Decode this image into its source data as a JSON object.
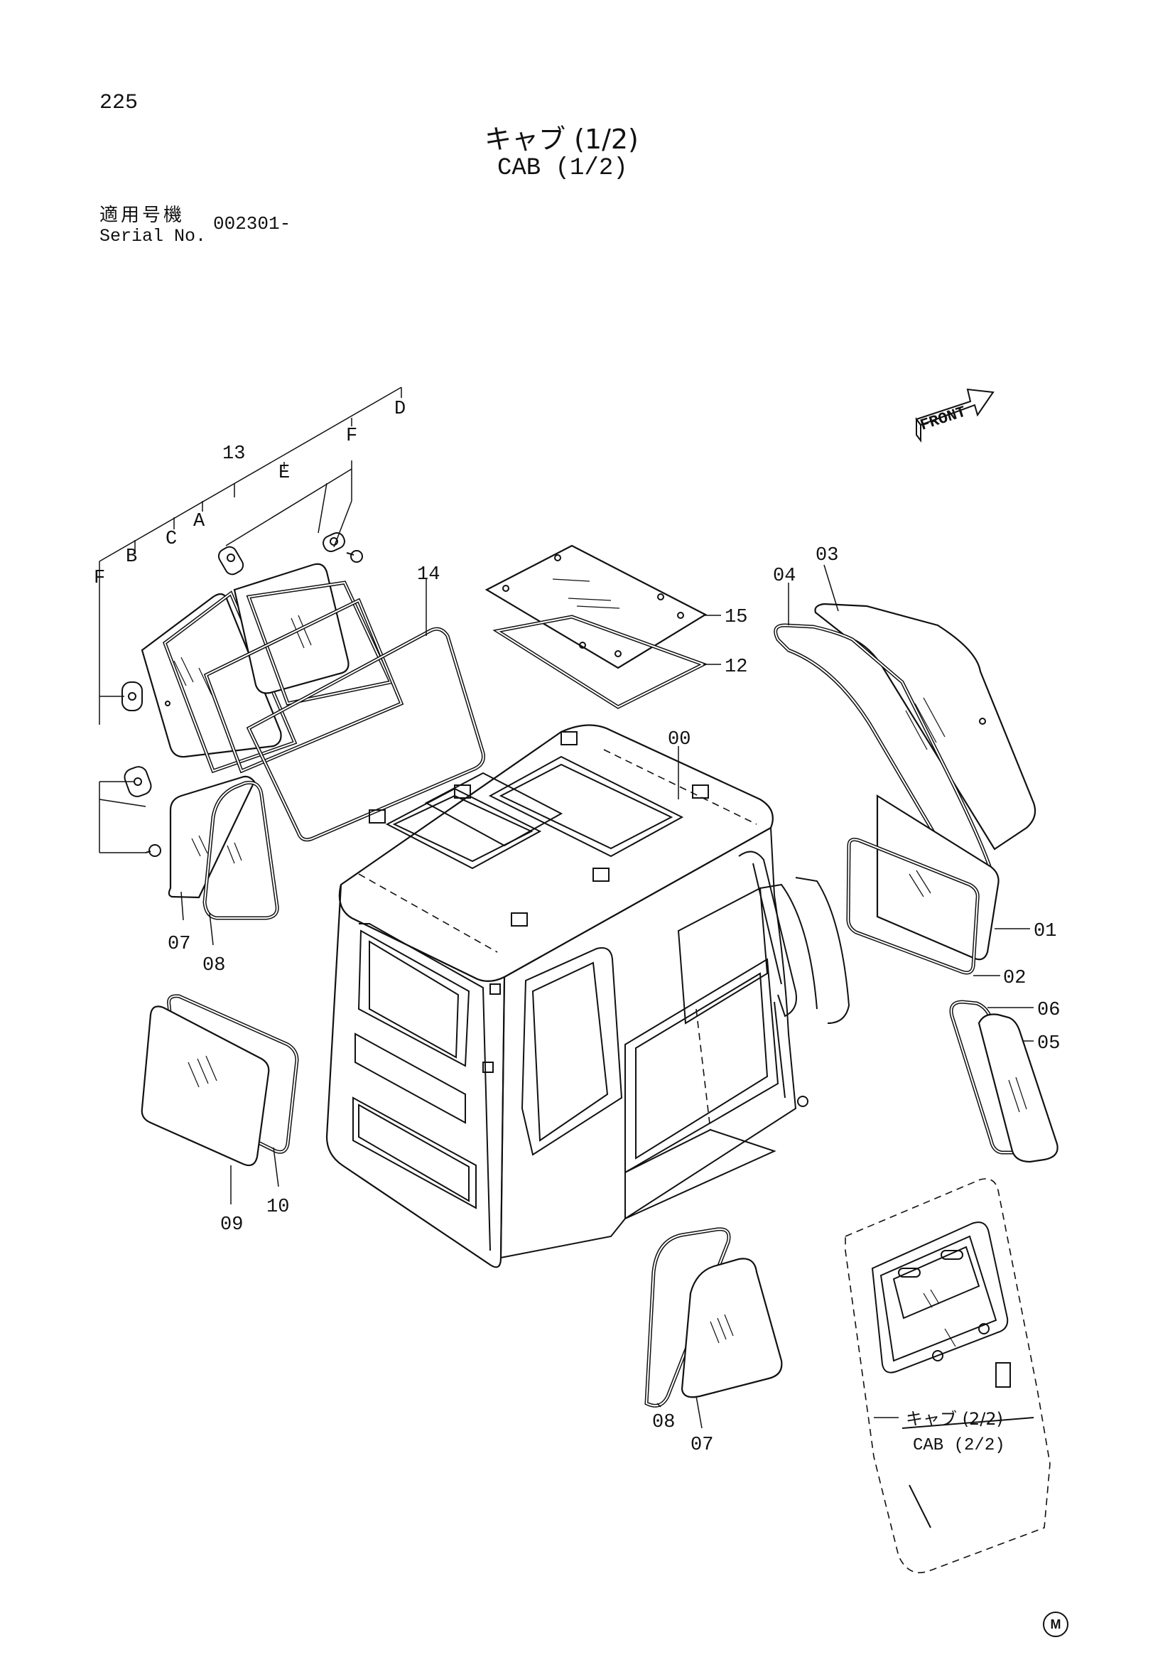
{
  "page_number": "225",
  "title_jp": "キャブ (1/2)",
  "title_en": "CAB (1/2)",
  "serial": {
    "label_jp": "適用号機",
    "label_en": "Serial No.",
    "value": "002301-"
  },
  "front_label": "FRONT",
  "callouts": {
    "p00": "00",
    "p01": "01",
    "p02": "02",
    "p03": "03",
    "p04": "04",
    "p05": "05",
    "p06": "06",
    "p07a": "07",
    "p07b": "07",
    "p08a": "08",
    "p08b": "08",
    "p09": "09",
    "p10": "10",
    "p12": "12",
    "p13": "13",
    "p14": "14",
    "p15": "15",
    "A": "A",
    "B": "B",
    "C": "C",
    "D": "D",
    "E": "E",
    "F1": "F",
    "F2": "F"
  },
  "ref_jp": "キャブ (2/2)",
  "ref_en": "CAB (2/2)",
  "corner_mark": "M"
}
